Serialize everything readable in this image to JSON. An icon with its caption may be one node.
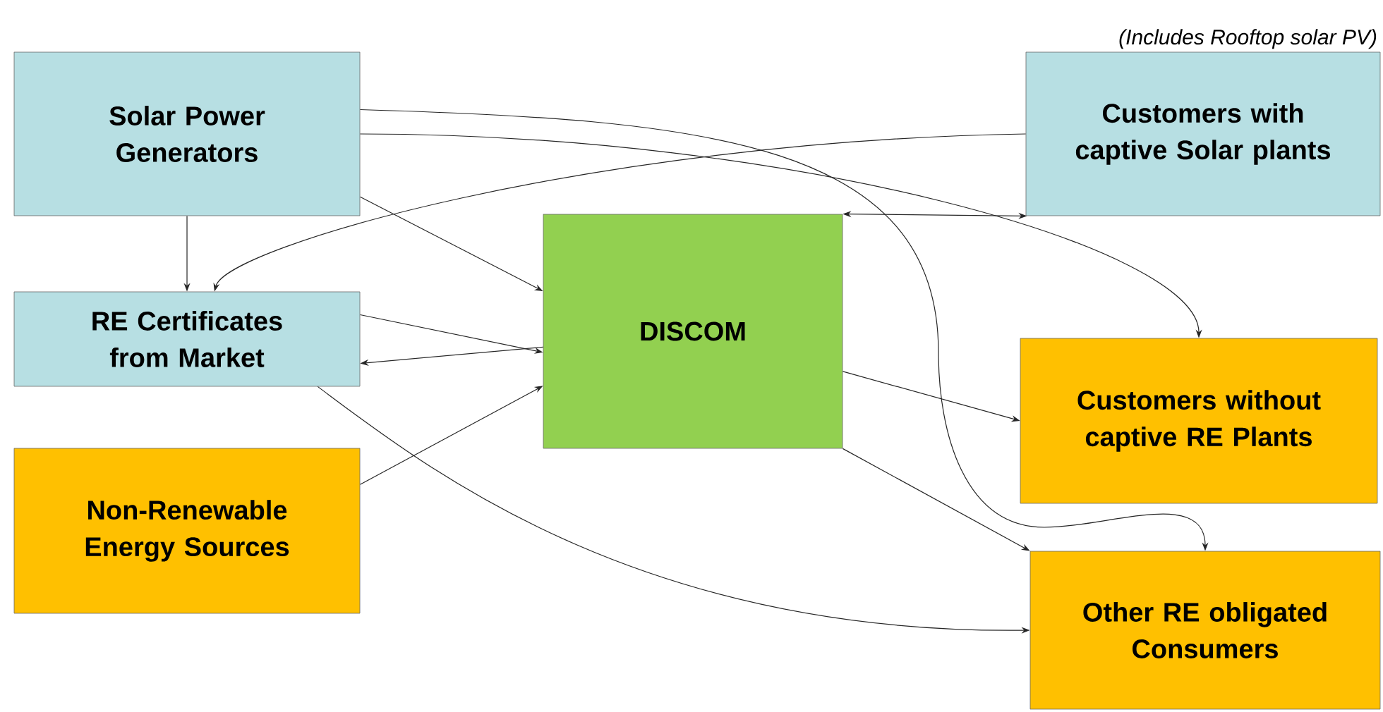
{
  "diagram": {
    "nodes": [
      {
        "text": [
          "Solar Power Generators"
        ]
      },
      {
        "text": [
          "RE Certificates from Market"
        ]
      },
      {
        "text": [
          "Non-Renewable Energy Sources"
        ]
      },
      {
        "text": [
          "DISCOM"
        ]
      },
      {
        "text": [
          "Customers with captive Solar plants"
        ],
        "beside": [
          "(Includes Rooftop solar PV)"
        ]
      },
      {
        "text": [
          "Customers without captive RE Plants"
        ]
      },
      {
        "text": [
          "Other RE obligated Consumers"
        ]
      }
    ],
    "edges": [
      {
        "from": 0,
        "to": 1,
        "arrow": "to"
      },
      {
        "from": 0,
        "to": 3,
        "arrow": "to"
      },
      {
        "from": 0,
        "to": 5,
        "arrow": "to"
      },
      {
        "from": 0,
        "to": 6,
        "arrow": "to"
      },
      {
        "from": 4,
        "to": 1,
        "arrow": "to"
      },
      {
        "from": 1,
        "to": 3,
        "arrow": "to"
      },
      {
        "from": 3,
        "to": 1,
        "arrow": "to"
      },
      {
        "from": 2,
        "to": 3,
        "arrow": "to"
      },
      {
        "from": 3,
        "to": 4,
        "arrow": "both"
      },
      {
        "from": 3,
        "to": 5,
        "arrow": "to"
      },
      {
        "from": 3,
        "to": 6,
        "arrow": "to"
      },
      {
        "from": 1,
        "to": 6,
        "arrow": "to"
      }
    ]
  }
}
